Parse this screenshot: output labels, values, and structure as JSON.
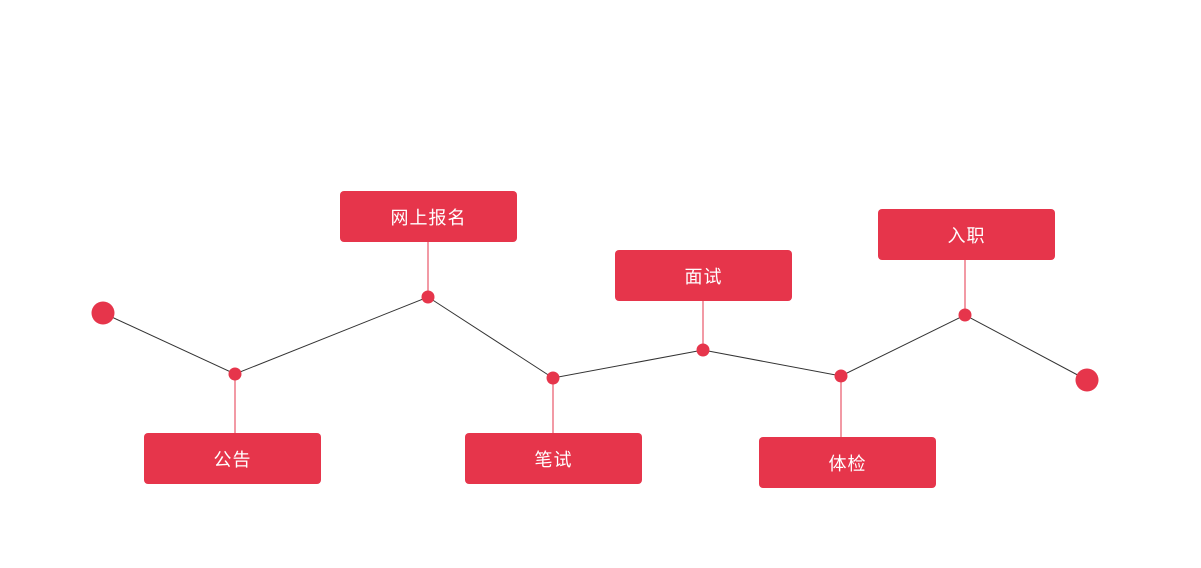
{
  "colors": {
    "accent": "#e6354b",
    "line": "#333333",
    "text": "#ffffff"
  },
  "steps": [
    {
      "label": "公告"
    },
    {
      "label": "网上报名"
    },
    {
      "label": "笔试"
    },
    {
      "label": "面试"
    },
    {
      "label": "体检"
    },
    {
      "label": "入职"
    }
  ]
}
